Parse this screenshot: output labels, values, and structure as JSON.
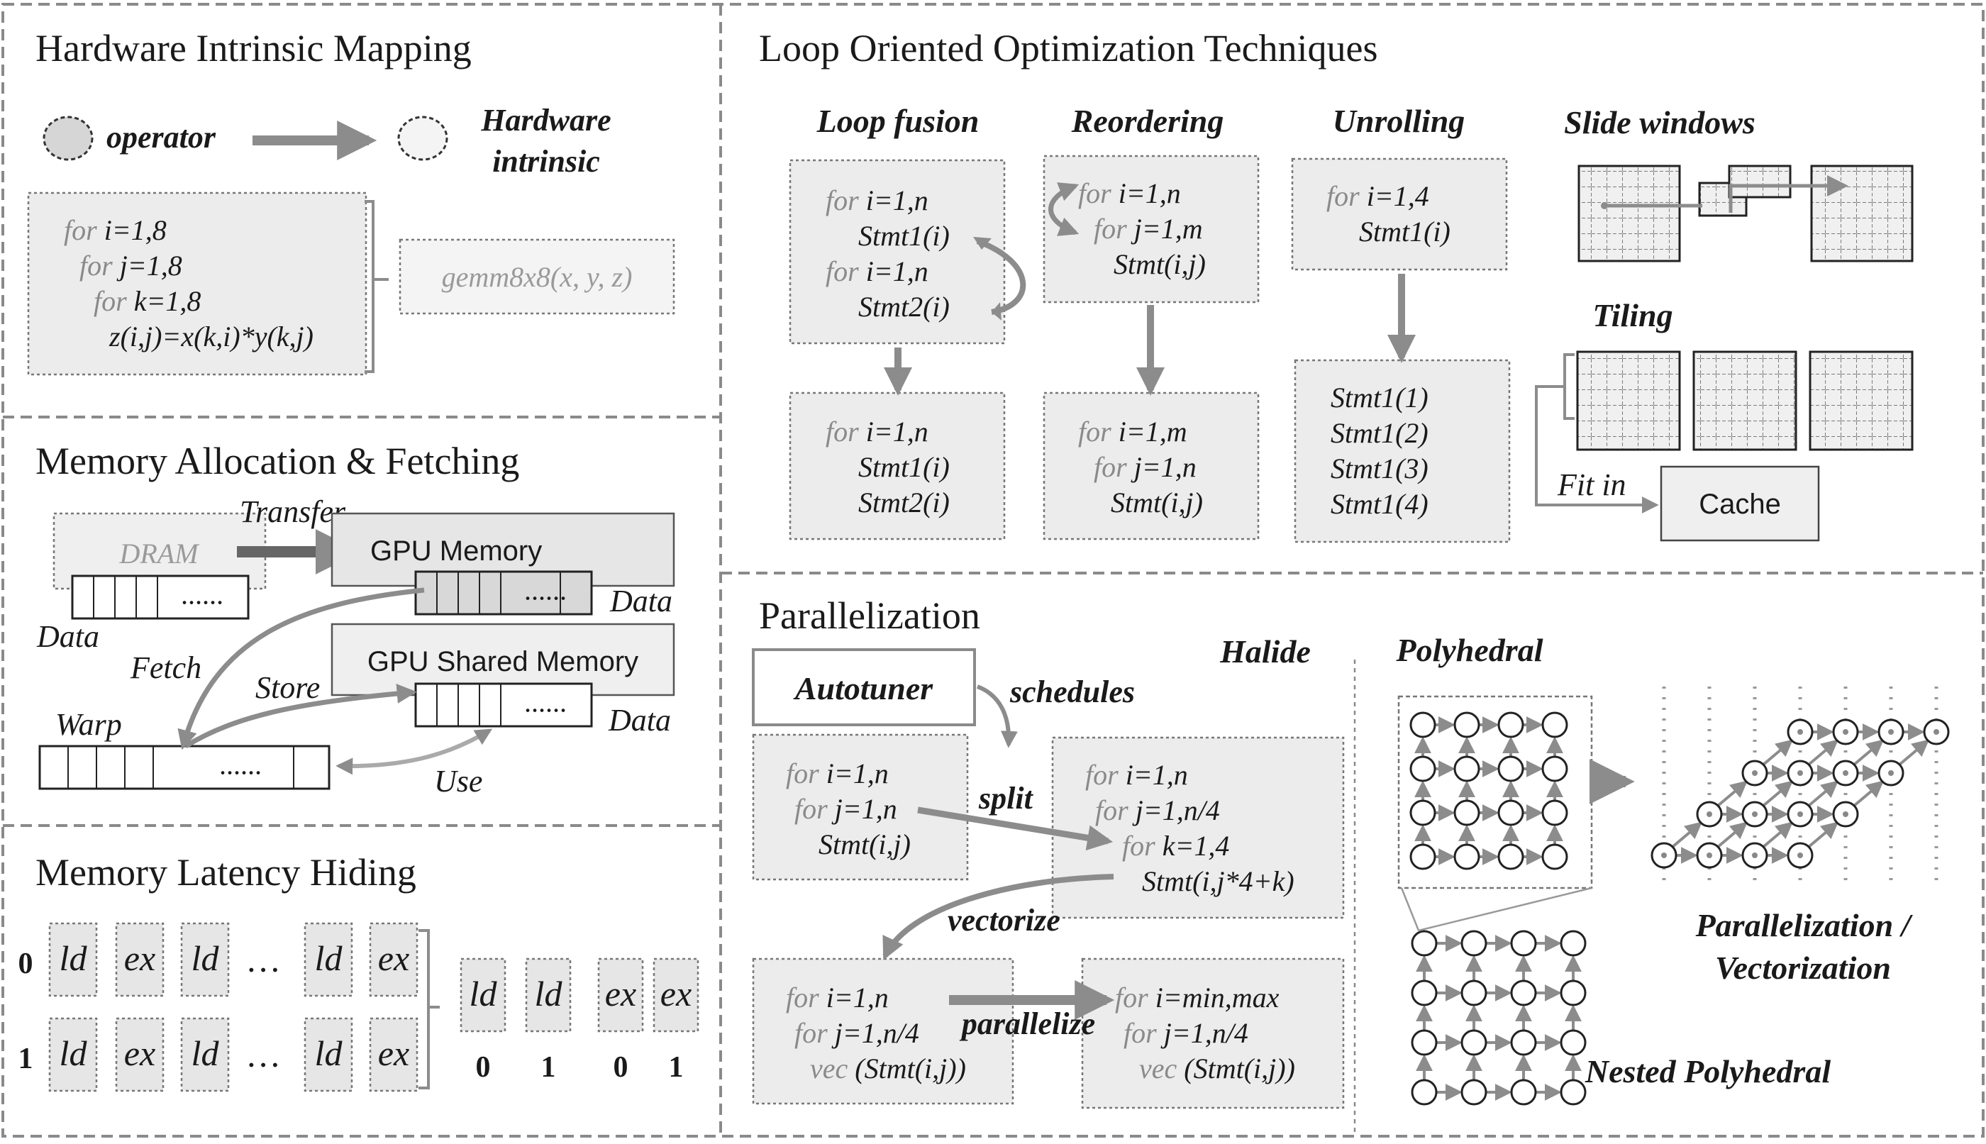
{
  "sections": {
    "hardware": "Hardware Intrinsic Mapping",
    "loop": "Loop Oriented Optimization Techniques",
    "memory": "Memory Allocation & Fetching",
    "latency": "Memory Latency Hiding",
    "parallel": "Parallelization"
  },
  "hw": {
    "operator": "operator",
    "hardware": "Hardware",
    "intrinsic": "intrinsic",
    "code": [
      {
        "kw": "for",
        "t": "i=1,8"
      },
      {
        "kw": "for",
        "t": "j=1,8"
      },
      {
        "kw": "for",
        "t": "k=1,8"
      },
      {
        "kw": "",
        "t": "z(i,j)=x(k,i)*y(k,j)"
      }
    ],
    "gemm": "gemm8x8(x, y, z)"
  },
  "loop": {
    "fusion": "Loop fusion",
    "reorder": "Reordering",
    "unroll": "Unrolling",
    "slide": "Slide windows",
    "tiling": "Tiling",
    "fitin": "Fit in",
    "cache": "Cache",
    "fusion_before": [
      {
        "kw": "for",
        "t": "i=1,n"
      },
      {
        "kw": "",
        "t": "Stmt1(i)"
      },
      {
        "kw": "for",
        "t": "i=1,n"
      },
      {
        "kw": "",
        "t": "Stmt2(i)"
      }
    ],
    "fusion_after": [
      {
        "kw": "for",
        "t": "i=1,n"
      },
      {
        "kw": "",
        "t": "Stmt1(i)"
      },
      {
        "kw": "",
        "t": "Stmt2(i)"
      }
    ],
    "reorder_before": [
      {
        "kw": "for",
        "t": "i=1,n"
      },
      {
        "kw": "for",
        "t": "j=1,m"
      },
      {
        "kw": "",
        "t": "Stmt(i,j)"
      }
    ],
    "reorder_after": [
      {
        "kw": "for",
        "t": "i=1,m"
      },
      {
        "kw": "for",
        "t": "j=1,n"
      },
      {
        "kw": "",
        "t": "Stmt(i,j)"
      }
    ],
    "unroll_before": [
      {
        "kw": "for",
        "t": "i=1,4"
      },
      {
        "kw": "",
        "t": "Stmt1(i)"
      }
    ],
    "unroll_after": [
      "Stmt1(1)",
      "Stmt1(2)",
      "Stmt1(3)",
      "Stmt1(4)"
    ]
  },
  "mem": {
    "dram": "DRAM",
    "transfer": "Transfer",
    "gpu_memory": "GPU Memory",
    "gpu_shared": "GPU Shared Memory",
    "data": "Data",
    "fetch": "Fetch",
    "store": "Store",
    "warp": "Warp",
    "use": "Use",
    "dots": "......"
  },
  "lat": {
    "row0": [
      "ld",
      "ex",
      "ld",
      "…",
      "ld",
      "ex"
    ],
    "row1": [
      "ld",
      "ex",
      "ld",
      "…",
      "ld",
      "ex"
    ],
    "right": [
      "ld",
      "ld",
      "ex",
      "ex"
    ],
    "nums": [
      "0",
      "1",
      "0",
      "1"
    ],
    "rowlabels": [
      "0",
      "1"
    ]
  },
  "par": {
    "halide": "Halide",
    "polyhedral": "Polyhedral",
    "autotuner": "Autotuner",
    "schedules": "schedules",
    "split": "split",
    "vectorize": "vectorize",
    "parallelize": "parallelize",
    "code1": [
      {
        "kw": "for",
        "t": "i=1,n"
      },
      {
        "kw": "for",
        "t": "j=1,n"
      },
      {
        "kw": "",
        "t": "Stmt(i,j)"
      }
    ],
    "code2": [
      {
        "kw": "for",
        "t": "i=1,n"
      },
      {
        "kw": "for",
        "t": "j=1,n/4"
      },
      {
        "kw": "for",
        "t": "k=1,4"
      },
      {
        "kw": "",
        "t": "Stmt(i,j*4+k)"
      }
    ],
    "code3": [
      {
        "kw": "for",
        "t": "i=1,n"
      },
      {
        "kw": "for",
        "t": "j=1,n/4"
      },
      {
        "kw": "vec",
        "t": "(Stmt(i,j))"
      }
    ],
    "code4": [
      {
        "kw": "for",
        "t": "i=min,max"
      },
      {
        "kw": "for",
        "t": "j=1,n/4"
      },
      {
        "kw": "vec",
        "t": "(Stmt(i,j))"
      }
    ],
    "pv1": "Parallelization /",
    "pv2": "Vectorization",
    "nested": "Nested Polyhedral"
  }
}
